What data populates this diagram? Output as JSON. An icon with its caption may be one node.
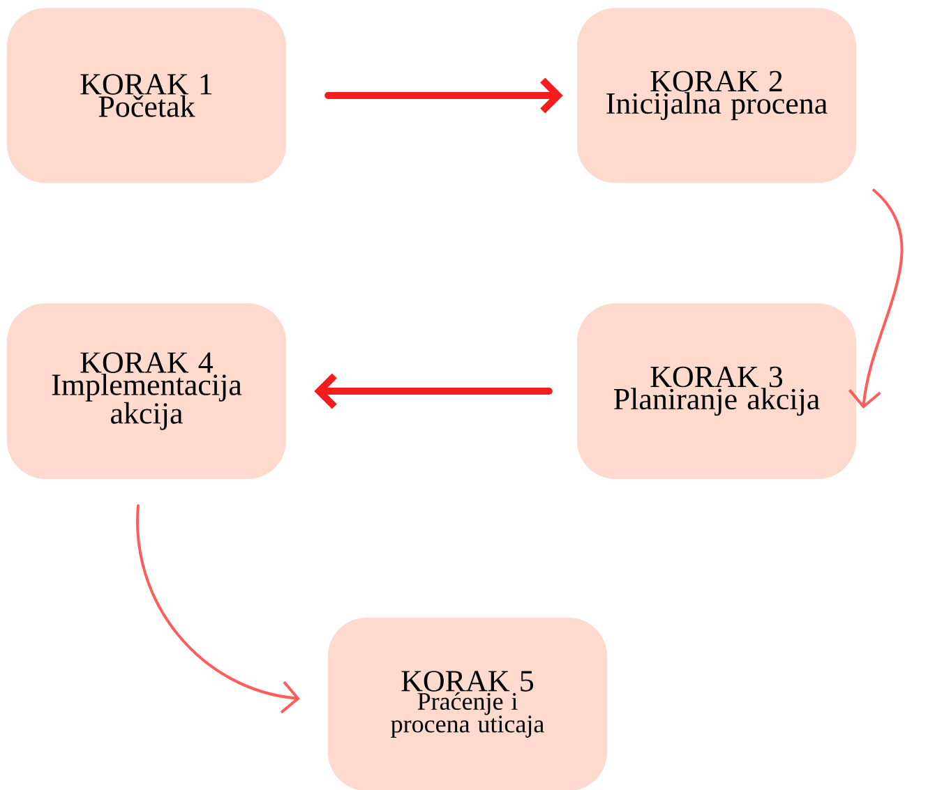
{
  "diagram": {
    "nodes": [
      {
        "text": [
          "KORAK 1",
          "Početak"
        ]
      },
      {
        "text": [
          "KORAK 2",
          "Inicijalna procena"
        ]
      },
      {
        "text": [
          "KORAK 3",
          "Planiranje akcija"
        ]
      },
      {
        "text": [
          "KORAK 4",
          "Implementacija akcija"
        ]
      },
      {
        "text": [
          "KORAK 5",
          "Praćenje i procena uticaja"
        ]
      }
    ],
    "edges": [
      {
        "from": 0,
        "to": 1,
        "arrow": "to",
        "style": "thick",
        "color": "#f41c1c"
      },
      {
        "from": 1,
        "to": 2,
        "arrow": "to",
        "color": "#ff5c5c"
      },
      {
        "from": 2,
        "to": 3,
        "arrow": "to",
        "style": "thick",
        "color": "#f41c1c"
      },
      {
        "from": 3,
        "to": 4,
        "arrow": "to",
        "color": "#ff5c5c"
      }
    ]
  }
}
